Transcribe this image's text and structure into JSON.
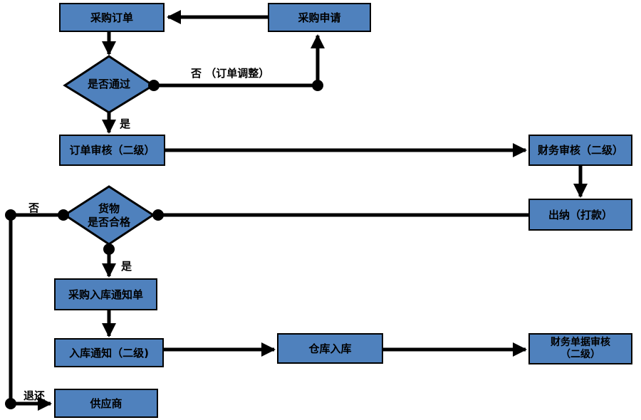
{
  "nodes": {
    "purchase_request": "采购申请",
    "purchase_order": "采购订单",
    "approval_check": "是否通过",
    "order_review": "订单审核（二级）",
    "finance_review": "财务审核（二级）",
    "cashier": "出纳（打款）",
    "goods_check_line1": "货物",
    "goods_check_line2": "是否合格",
    "inbound_notice_form": "采购入库通知单",
    "inbound_notice": "入库通知（二级)",
    "warehouse_inbound": "仓库入库",
    "finance_doc_review_line1": "财务单据审核",
    "finance_doc_review_line2": "（二级）",
    "supplier": "供应商"
  },
  "labels": {
    "no_adjust": "否 （订单调整）",
    "yes_1": "是",
    "no_2": "否",
    "yes_2": "是",
    "return": "退还"
  },
  "colors": {
    "node_fill": "#4f81bd",
    "line": "#000000"
  }
}
